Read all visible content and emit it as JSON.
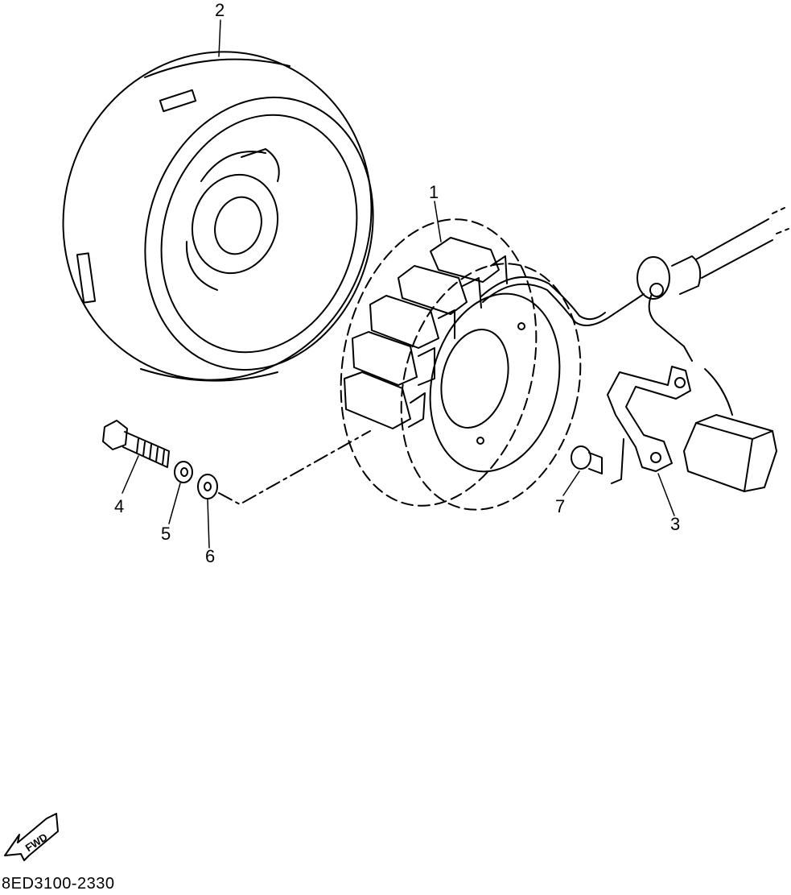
{
  "callouts": {
    "p1": "1",
    "p2": "2",
    "p3": "3",
    "p4": "4",
    "p5": "5",
    "p6": "6",
    "p7": "7"
  },
  "fwd_label": "FWD",
  "diagram_code": "8ED3100-2330",
  "colors": {
    "line": "#000000",
    "background": "#ffffff"
  }
}
